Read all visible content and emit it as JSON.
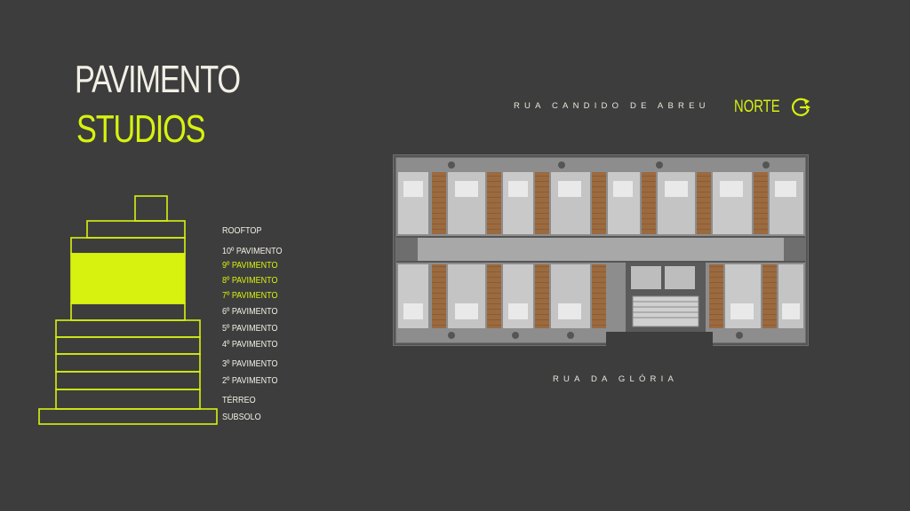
{
  "header": {
    "title": "PAVIMENTO",
    "subtitle": "STUDIOS"
  },
  "floors": [
    {
      "label": "ROOFTOP",
      "active": false
    },
    {
      "label": "10º PAVIMENTO",
      "active": false
    },
    {
      "label": "9º PAVIMENTO",
      "active": true
    },
    {
      "label": "8º PAVIMENTO",
      "active": true
    },
    {
      "label": "7º PAVIMENTO",
      "active": true
    },
    {
      "label": "6º PAVIMENTO",
      "active": false
    },
    {
      "label": "5º PAVIMENTO",
      "active": false
    },
    {
      "label": "4º PAVIMENTO",
      "active": false
    },
    {
      "label": "3º PAVIMENTO",
      "active": false
    },
    {
      "label": "2º PAVIMENTO",
      "active": false
    },
    {
      "label": "TÉRREO",
      "active": false
    },
    {
      "label": "SUBSOLO",
      "active": false
    }
  ],
  "plan": {
    "street_top": "RUA CANDIDO DE ABREU",
    "street_bottom": "RUA DA GLÓRIA",
    "north_label": "NORTE"
  },
  "colors": {
    "background": "#3d3d3d",
    "accent": "#d7f20f",
    "text": "#f2f0e6"
  },
  "icons": {
    "north": "north-compass-icon"
  }
}
